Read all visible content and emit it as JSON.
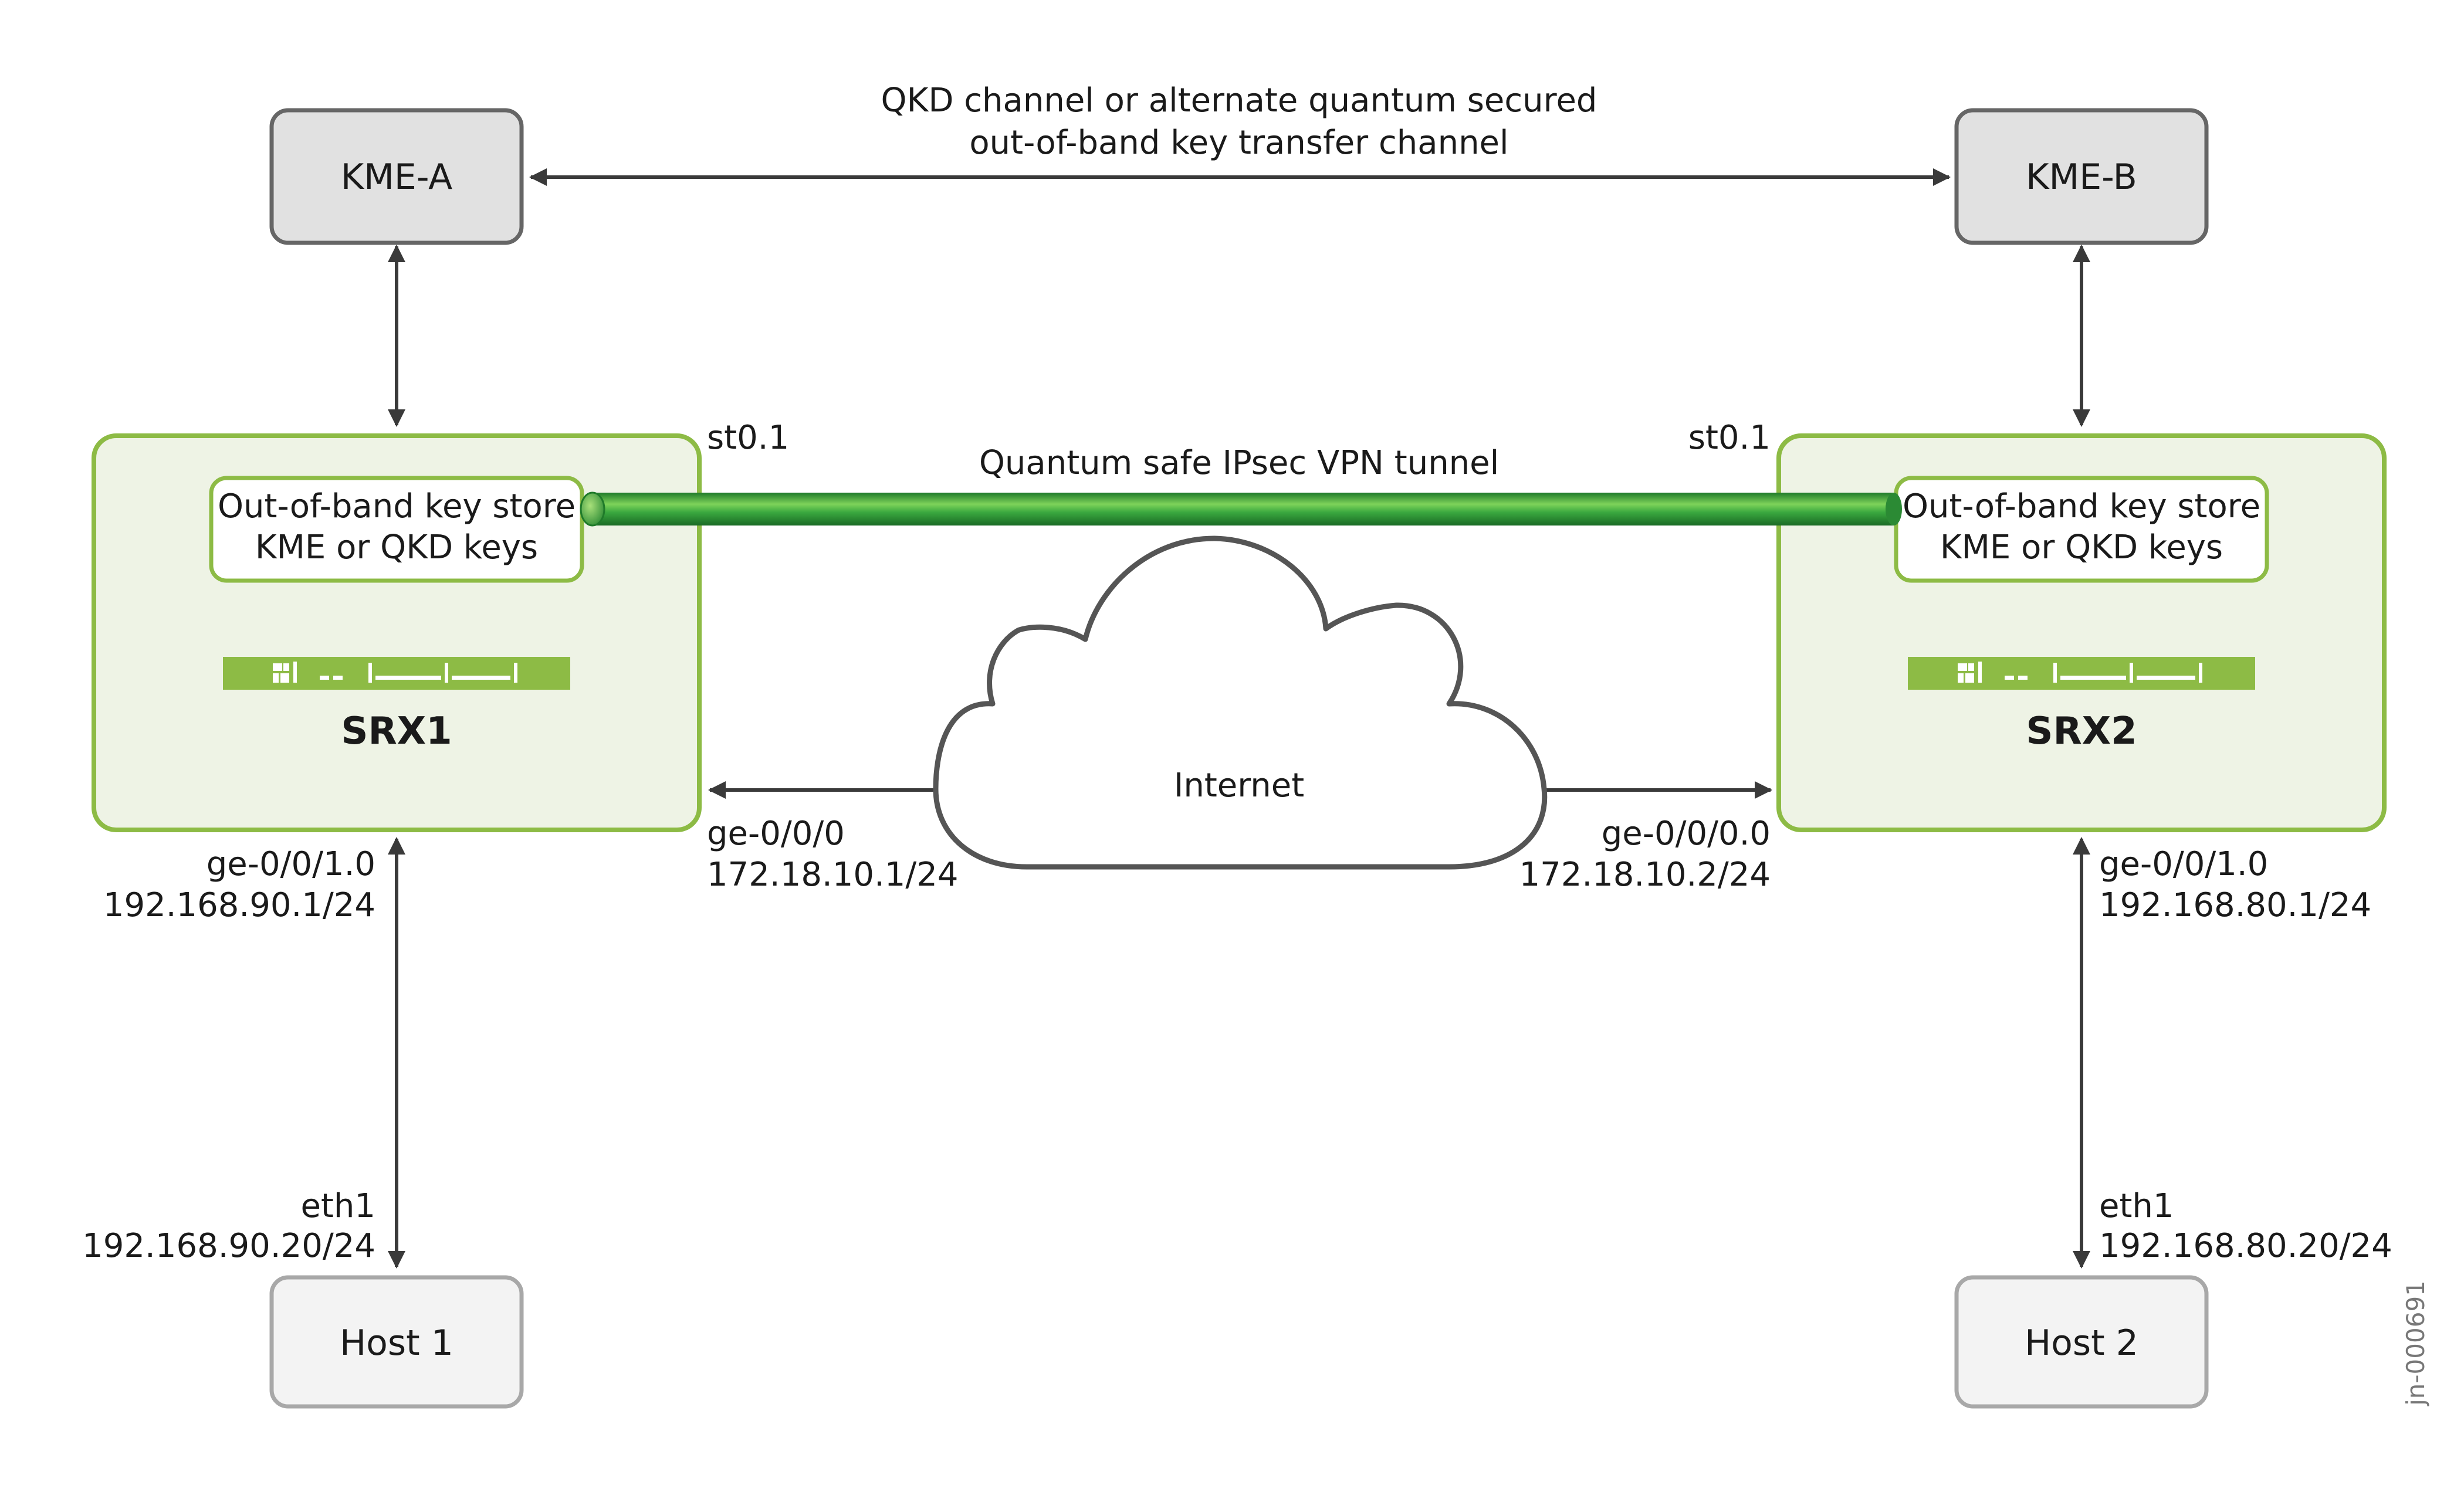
{
  "nodes": {
    "kme_a": "KME-A",
    "kme_b": "KME-B",
    "host1": "Host 1",
    "host2": "Host 2",
    "srx1": "SRX1",
    "srx2": "SRX2",
    "internet": "Internet"
  },
  "key_store": {
    "line1": "Out-of-band key store",
    "line2": "KME or QKD keys"
  },
  "qkd_channel": {
    "line1": "QKD channel or alternate quantum secured",
    "line2": "out-of-band key transfer channel"
  },
  "tunnel": {
    "label": "Quantum safe IPsec VPN tunnel",
    "left_endpoint": "st0.1",
    "right_endpoint": "st0.1"
  },
  "interfaces": {
    "srx1_lan": {
      "name": "ge-0/0/1.0",
      "ip": "192.168.90.1/24"
    },
    "srx1_wan": {
      "name": "ge-0/0/0",
      "ip": "172.18.10.1/24"
    },
    "srx2_wan": {
      "name": "ge-0/0/0.0",
      "ip": "172.18.10.2/24"
    },
    "srx2_lan": {
      "name": "ge-0/0/1.0",
      "ip": "192.168.80.1/24"
    },
    "host1": {
      "name": "eth1",
      "ip": "192.168.90.20/24"
    },
    "host2": {
      "name": "eth1",
      "ip": "192.168.80.20/24"
    }
  },
  "watermark": "jn-000691",
  "colors": {
    "srx_border": "#8dbb45",
    "srx_fill": "#eef3e5",
    "kme_fill": "#e1e1e1",
    "host_fill": "#f3f3f3",
    "tunnel_green": "#2e9e3a",
    "device_bar": "#8dbb45"
  }
}
